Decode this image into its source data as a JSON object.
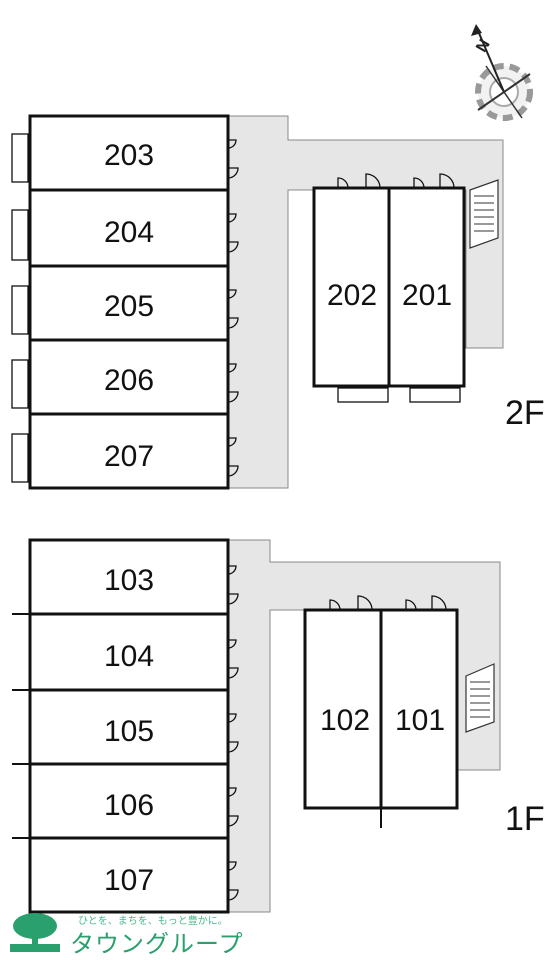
{
  "floors": [
    {
      "label": "2F",
      "west_units": [
        "203",
        "204",
        "205",
        "206",
        "207"
      ],
      "east_units": [
        "202",
        "201"
      ]
    },
    {
      "label": "1F",
      "west_units": [
        "103",
        "104",
        "105",
        "106",
        "107"
      ],
      "east_units": [
        "102",
        "101"
      ]
    }
  ],
  "compass": {
    "direction": "N",
    "icon": "compass-icon"
  },
  "brand": {
    "tagline": "ひとを、まちを、もっと豊かに。",
    "name": "タウングループ",
    "color": "#2aa06e"
  },
  "colors": {
    "line": "#111111",
    "corridor": "#e6e6e6"
  }
}
